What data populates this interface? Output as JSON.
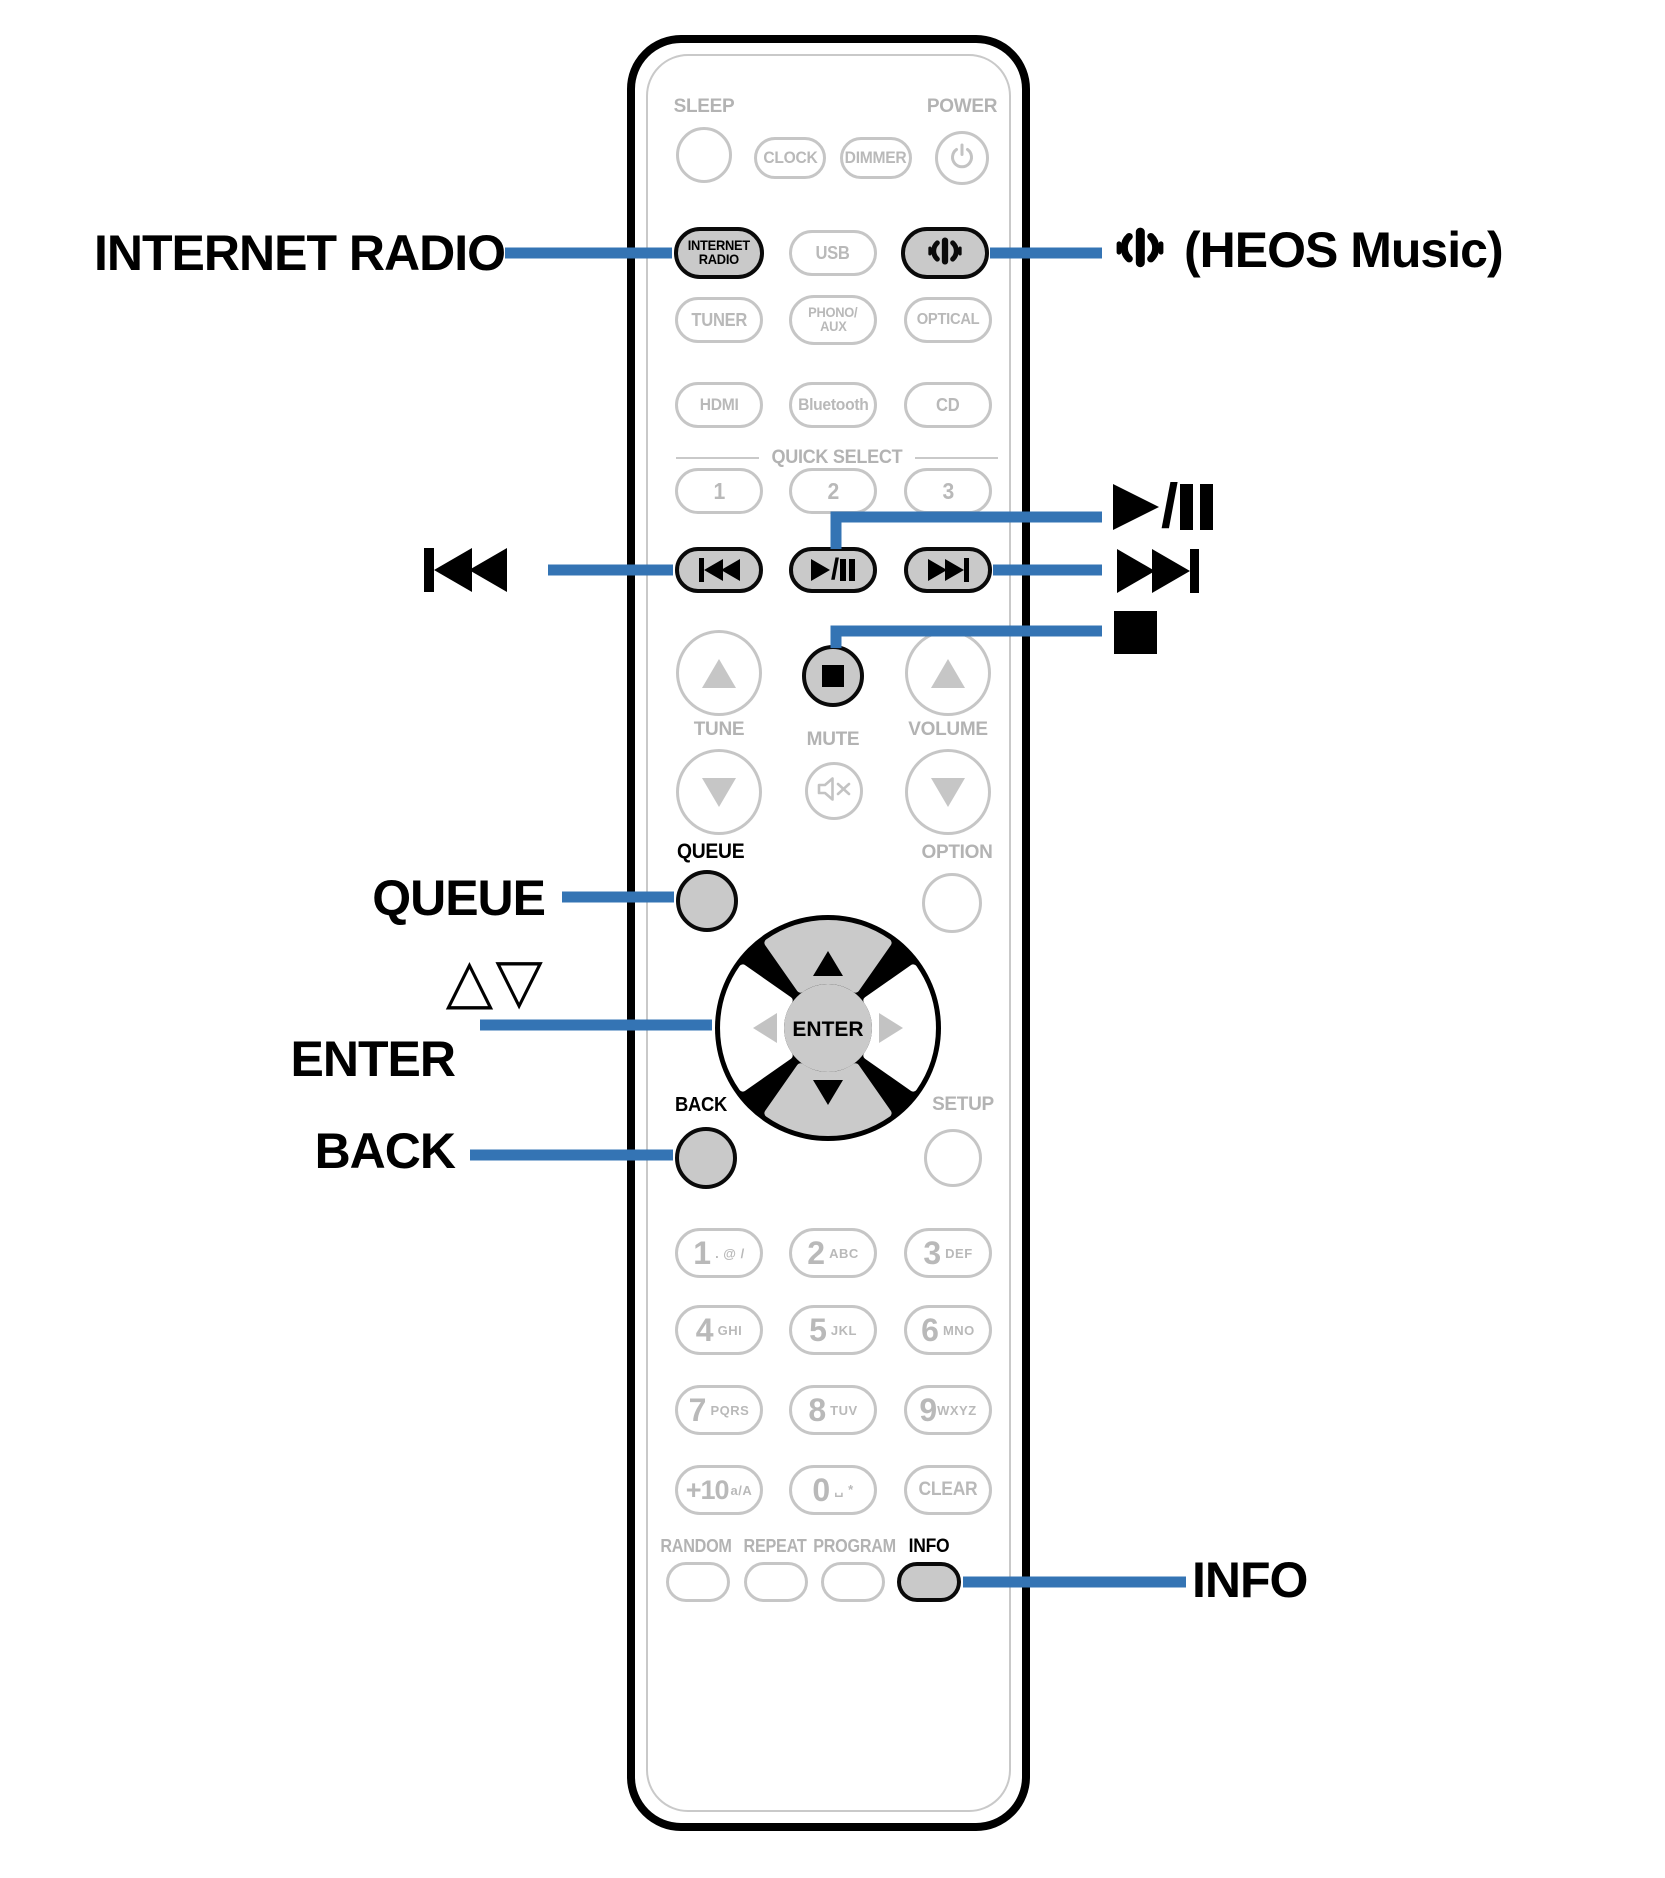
{
  "colors": {
    "callout_line": "#3474b4",
    "highlight_fill": "#c9c9c9",
    "inactive_gray": "#b9b9b9",
    "black": "#0a0a0a"
  },
  "callouts": {
    "internet_radio": "INTERNET RADIO",
    "heos_music": "(HEOS Music)",
    "queue": "QUEUE",
    "up_down": "△▽",
    "enter": "ENTER",
    "back": "BACK",
    "info": "INFO"
  },
  "remote": {
    "power_section": {
      "sleep": "SLEEP",
      "clock": "CLOCK",
      "dimmer": "DIMMER",
      "power": "POWER"
    },
    "source_buttons": {
      "internet_radio": [
        "INTERNET",
        "RADIO"
      ],
      "usb": "USB",
      "tuner": "TUNER",
      "phono_aux": [
        "PHONO/",
        "AUX"
      ],
      "optical": "OPTICAL",
      "hdmi": "HDMI",
      "bluetooth": "Bluetooth",
      "cd": "CD"
    },
    "quick_select": {
      "title": "QUICK SELECT",
      "b1": "1",
      "b2": "2",
      "b3": "3"
    },
    "middle": {
      "tune": "TUNE",
      "mute": "MUTE",
      "volume": "VOLUME",
      "queue": "QUEUE",
      "option": "OPTION",
      "enter": "ENTER",
      "back": "BACK",
      "setup": "SETUP"
    },
    "keypad": [
      {
        "main": "1",
        "sub": ". @ /"
      },
      {
        "main": "2",
        "sub": "ABC"
      },
      {
        "main": "3",
        "sub": "DEF"
      },
      {
        "main": "4",
        "sub": "GHI"
      },
      {
        "main": "5",
        "sub": "JKL"
      },
      {
        "main": "6",
        "sub": "MNO"
      },
      {
        "main": "7",
        "sub": "PQRS"
      },
      {
        "main": "8",
        "sub": "TUV"
      },
      {
        "main": "9",
        "sub": "WXYZ"
      },
      {
        "main": "+10",
        "sub": "a/A"
      },
      {
        "main": "0",
        "sub": "␣ *"
      },
      {
        "main": "CLEAR",
        "sub": ""
      }
    ],
    "bottom": {
      "random": "RANDOM",
      "repeat": "REPEAT",
      "program": "PROGRAM",
      "info": "INFO"
    }
  },
  "icons": {
    "power": "power-symbol",
    "heos": "heos-music-logo",
    "mute": "speaker-muted",
    "skip_back": "skip-back",
    "play_pause": "play-pause",
    "skip_forward": "skip-forward",
    "stop": "stop-square",
    "dpad": "direction-pad"
  }
}
